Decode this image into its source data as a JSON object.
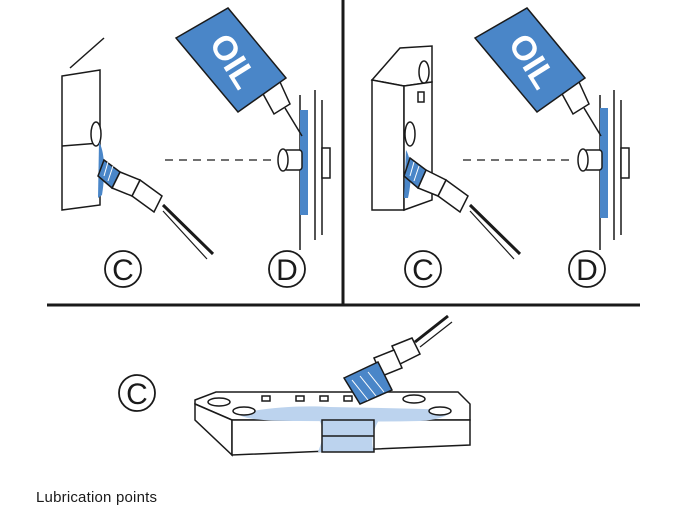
{
  "caption": "Lubrication points",
  "labels": {
    "c": "C",
    "d": "D",
    "oil": "OIL"
  },
  "colors": {
    "lubricant": "#4a86c8",
    "lubricant_light": "#bcd3ee",
    "line": "#1a1a1a"
  }
}
